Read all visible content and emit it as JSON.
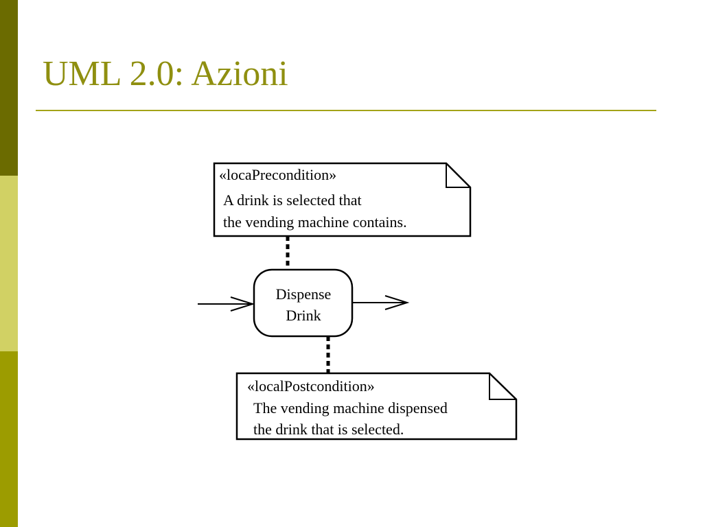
{
  "colors": {
    "sidebar_dark": "#6b6b00",
    "sidebar_light": "#d1d164",
    "sidebar_mid": "#9c9c00",
    "title": "#8f8f10",
    "rule": "#a3a317"
  },
  "slide": {
    "title": "UML 2.0: Azioni"
  },
  "diagram": {
    "precondition_note": {
      "stereotype": "«locaPrecondition»",
      "line1": "A drink is selected that",
      "line2": "the vending machine contains."
    },
    "action": {
      "line1": "Dispense",
      "line2": "Drink"
    },
    "postcondition_note": {
      "stereotype": "«localPostcondition»",
      "line1": "The vending machine dispensed",
      "line2": "the drink that is selected."
    }
  }
}
